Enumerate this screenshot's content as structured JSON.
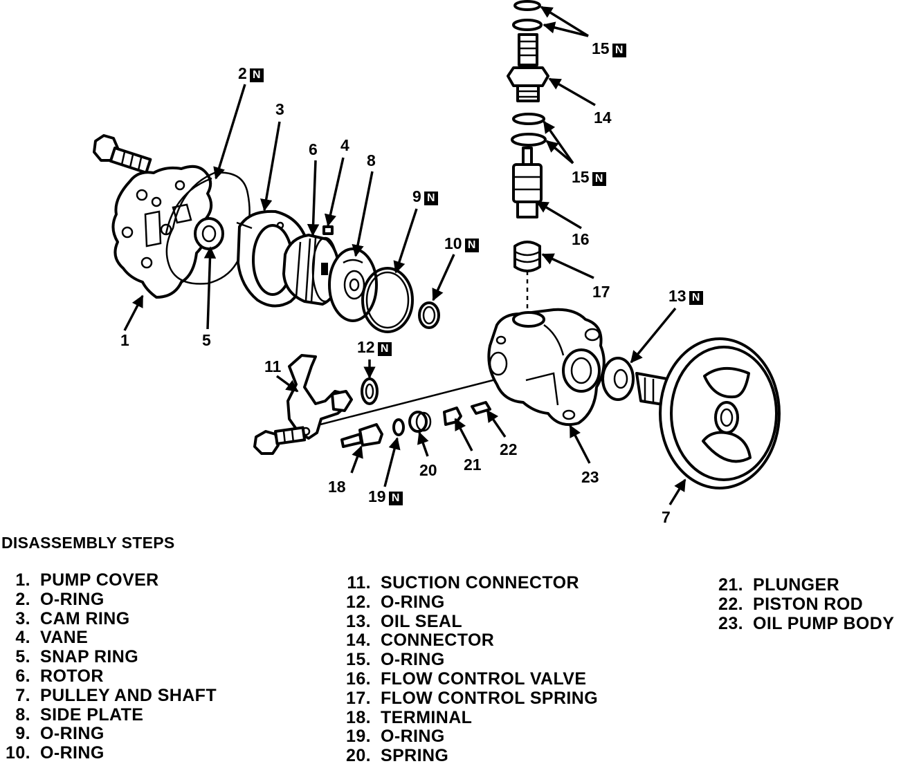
{
  "callouts": [
    {
      "id": "1",
      "text": "1"
    },
    {
      "id": "2",
      "text": "2",
      "badge": "N"
    },
    {
      "id": "3",
      "text": "3"
    },
    {
      "id": "4",
      "text": "4"
    },
    {
      "id": "5",
      "text": "5"
    },
    {
      "id": "6",
      "text": "6"
    },
    {
      "id": "7",
      "text": "7"
    },
    {
      "id": "8",
      "text": "8"
    },
    {
      "id": "9",
      "text": "9",
      "badge": "N"
    },
    {
      "id": "10",
      "text": "10",
      "badge": "N"
    },
    {
      "id": "11",
      "text": "11"
    },
    {
      "id": "12",
      "text": "12",
      "badge": "N"
    },
    {
      "id": "13",
      "text": "13",
      "badge": "N"
    },
    {
      "id": "14",
      "text": "14"
    },
    {
      "id": "15a",
      "text": "15",
      "badge": "N"
    },
    {
      "id": "15b",
      "text": "15",
      "badge": "N"
    },
    {
      "id": "16",
      "text": "16"
    },
    {
      "id": "17",
      "text": "17"
    },
    {
      "id": "18",
      "text": "18"
    },
    {
      "id": "19",
      "text": "19",
      "badge": "N"
    },
    {
      "id": "20",
      "text": "20"
    },
    {
      "id": "21",
      "text": "21"
    },
    {
      "id": "22",
      "text": "22"
    },
    {
      "id": "23",
      "text": "23"
    }
  ],
  "steps_title": "DISASSEMBLY STEPS",
  "steps": [
    [
      {
        "num": "1.",
        "label": "PUMP COVER"
      },
      {
        "num": "2.",
        "label": "O-RING"
      },
      {
        "num": "3.",
        "label": "CAM RING"
      },
      {
        "num": "4.",
        "label": "VANE"
      },
      {
        "num": "5.",
        "label": "SNAP RING"
      },
      {
        "num": "6.",
        "label": "ROTOR"
      },
      {
        "num": "7.",
        "label": "PULLEY AND SHAFT"
      },
      {
        "num": "8.",
        "label": "SIDE PLATE"
      },
      {
        "num": "9.",
        "label": "O-RING"
      },
      {
        "num": "10.",
        "label": "O-RING"
      }
    ],
    [
      {
        "num": "11.",
        "label": "SUCTION CONNECTOR"
      },
      {
        "num": "12.",
        "label": "O-RING"
      },
      {
        "num": "13.",
        "label": "OIL SEAL"
      },
      {
        "num": "14.",
        "label": "CONNECTOR"
      },
      {
        "num": "15.",
        "label": "O-RING"
      },
      {
        "num": "16.",
        "label": "FLOW CONTROL VALVE"
      },
      {
        "num": "17.",
        "label": "FLOW CONTROL SPRING"
      },
      {
        "num": "18.",
        "label": "TERMINAL"
      },
      {
        "num": "19.",
        "label": "O-RING"
      },
      {
        "num": "20.",
        "label": "SPRING"
      }
    ],
    [
      {
        "num": "21.",
        "label": "PLUNGER"
      },
      {
        "num": "22.",
        "label": "PISTON ROD"
      },
      {
        "num": "23.",
        "label": "OIL PUMP BODY"
      }
    ]
  ]
}
